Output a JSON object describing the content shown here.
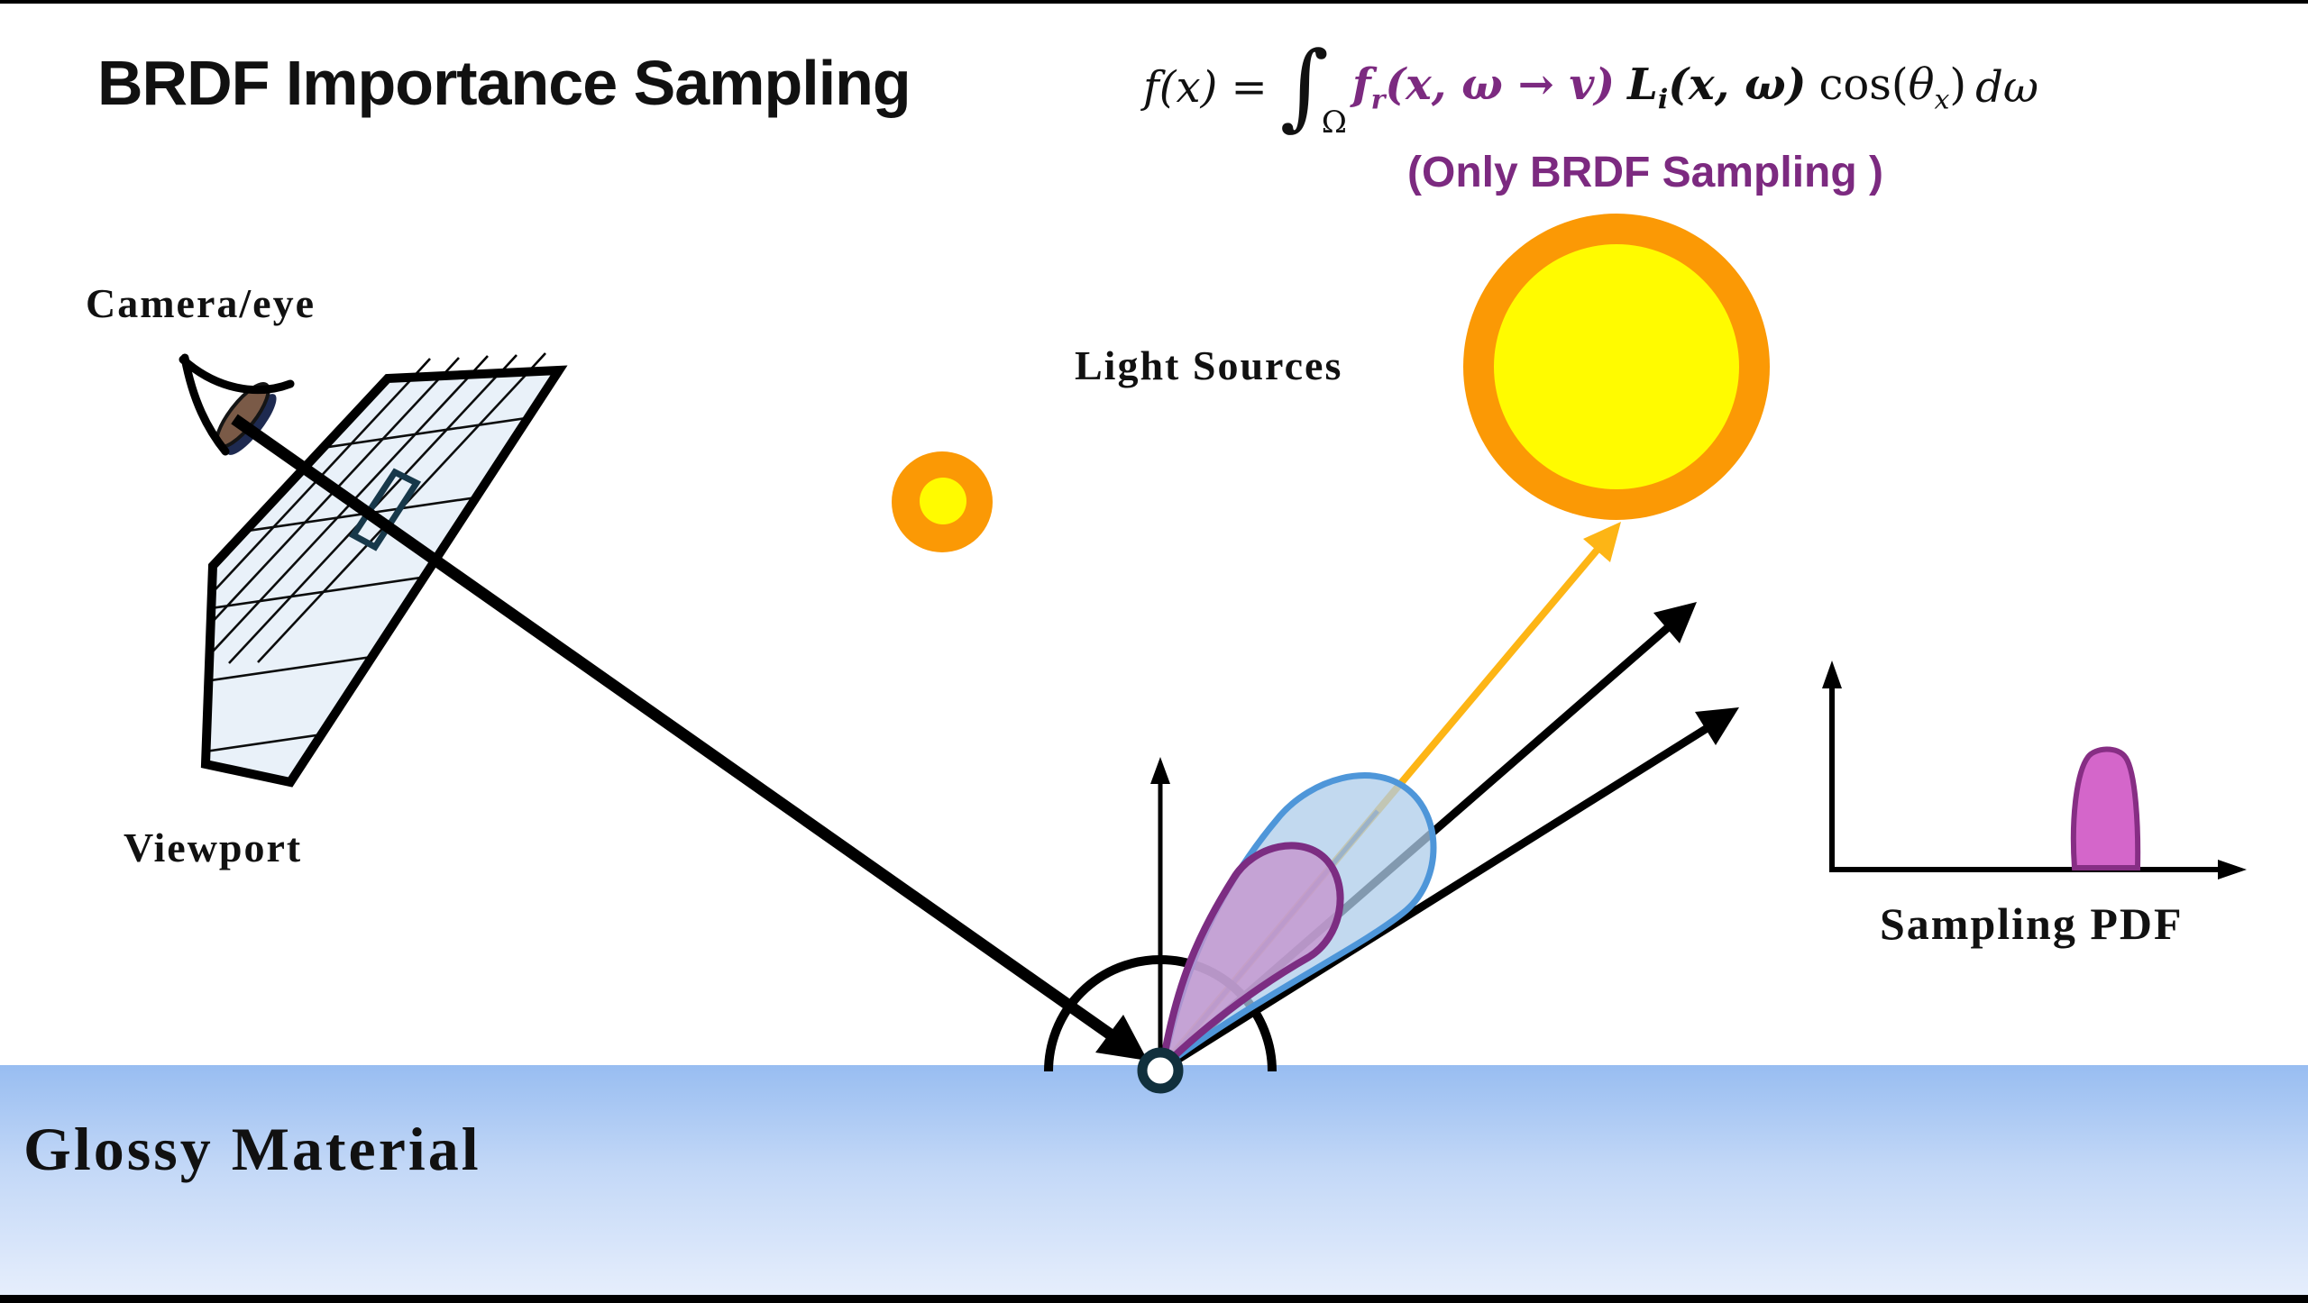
{
  "header": {
    "title": "BRDF Importance Sampling",
    "note": "(Only BRDF Sampling )",
    "formula": {
      "lhs": "f(x) =",
      "integral": "∫",
      "integral_sub": "Ω",
      "brdf_f": "f",
      "brdf_sub": "r",
      "brdf_args": "(x, ω → v)",
      "radiance_L": "L",
      "radiance_sub": "i",
      "radiance_args": "(x, ω)",
      "cos_open": "cos(",
      "theta": "θ",
      "theta_sub": "x",
      "cos_close": ")",
      "d_omega": "dω"
    }
  },
  "scene": {
    "camera_label": "Camera/eye",
    "viewport_label": "Viewport",
    "light_sources_label": "Light Sources",
    "surface_label": "Glossy Material",
    "pdf_plot_label": "Sampling PDF"
  },
  "colors": {
    "accent_purple": "#7c2a80",
    "sun_orange": "#fb9905",
    "sun_yellow": "#fffb00",
    "light_arrow_gold": "#fdb515",
    "lobe_blue_stroke": "#4e96d9",
    "lobe_blue_fill": "#adcce9",
    "lobe_purple_stroke": "#7c2d82",
    "lobe_purple_fill": "#c594cd",
    "pdf_bump_fill": "#d466ca",
    "pdf_bump_stroke": "#862e84",
    "ground_top": "#98bdf1",
    "ground_bottom": "#e6eefc",
    "viewport_fill": "#e9f1f9",
    "pixel_stroke": "#17384a"
  }
}
